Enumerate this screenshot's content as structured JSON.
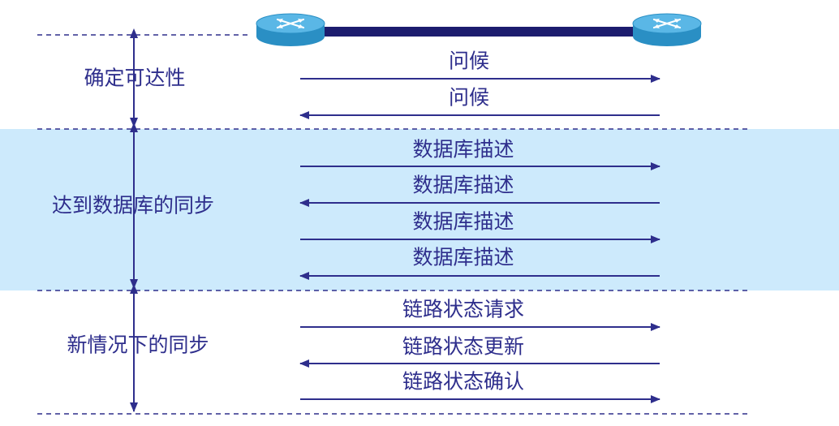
{
  "colors": {
    "ink": "#2e2e8c",
    "band": "#cdeafc",
    "router_top": "#5ab7e6",
    "router_side": "#2a8fc4",
    "link": "#1c1c6e"
  },
  "icons": {
    "router": "router-icon"
  },
  "phases": [
    {
      "label": "确定可达性"
    },
    {
      "label": "达到数据库的同步"
    },
    {
      "label": "新情况下的同步"
    }
  ],
  "messages": [
    {
      "text": "问候",
      "direction": "right"
    },
    {
      "text": "问候",
      "direction": "left"
    },
    {
      "text": "数据库描述",
      "direction": "right"
    },
    {
      "text": "数据库描述",
      "direction": "left"
    },
    {
      "text": "数据库描述",
      "direction": "right"
    },
    {
      "text": "数据库描述",
      "direction": "left"
    },
    {
      "text": "链路状态请求",
      "direction": "right"
    },
    {
      "text": "链路状态更新",
      "direction": "left"
    },
    {
      "text": "链路状态确认",
      "direction": "right"
    }
  ]
}
